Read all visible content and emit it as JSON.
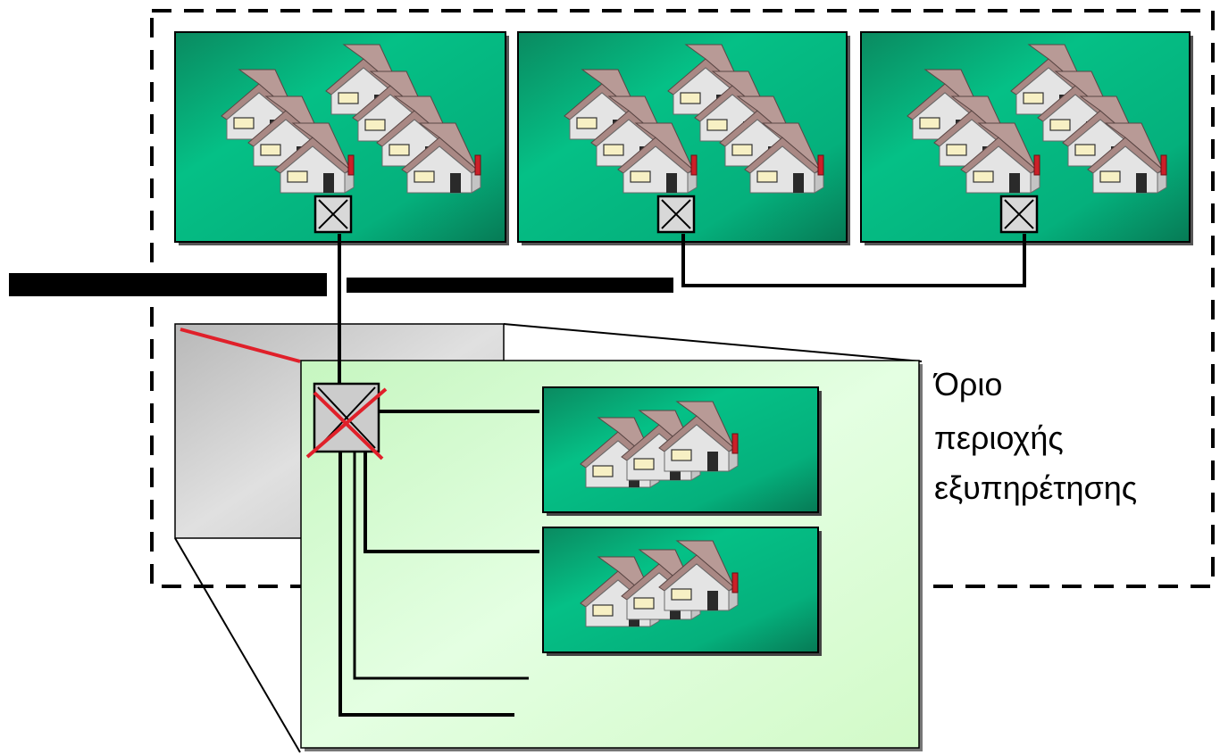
{
  "diagram": {
    "boundary_label_lines": [
      "Όριο",
      "περιοχής",
      "εξυπηρέτησης"
    ]
  },
  "colors": {
    "cell_green_dark": "#06805a",
    "cell_green_light": "#05c086",
    "zoom_panel_green": "#ccf8c8",
    "zoom_panel_green_light": "#e6ffe4",
    "grey_panel": "#c8c8c8",
    "red_cross": "#e0202a",
    "house_wall": "#e4e4e4",
    "house_roof": "#b89a96",
    "house_window": "#f7f0c4",
    "house_chimney": "#cc2028",
    "line": "#000000"
  }
}
